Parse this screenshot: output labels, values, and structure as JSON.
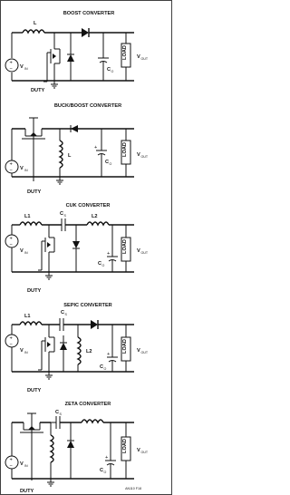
{
  "figure_id": "AN110 F18",
  "circuits": [
    {
      "title": "BOOST CONVERTER",
      "labels": {
        "inductor": "L",
        "source": "V",
        "source_sub": "IN",
        "switch": "DUTY",
        "cap": "C",
        "cap_sub": "O",
        "load": "LOAD",
        "out": "V",
        "out_sub": "OUT"
      }
    },
    {
      "title": "BUCK/BOOST CONVERTER",
      "labels": {
        "inductor": "L",
        "source": "V",
        "source_sub": "IN",
        "switch": "DUTY",
        "cap": "C",
        "cap_sub": "O",
        "load": "LOAD",
        "out": "V",
        "out_sub": "OUT"
      }
    },
    {
      "title": "CUK CONVERTER",
      "labels": {
        "inductor1": "L1",
        "inductor2": "L2",
        "coupling": "C",
        "coupling_sub": "S",
        "source": "V",
        "source_sub": "IN",
        "switch": "DUTY",
        "cap": "C",
        "cap_sub": "O",
        "load": "LOAD",
        "out": "V",
        "out_sub": "OUT"
      }
    },
    {
      "title": "SEPIC CONVERTER",
      "labels": {
        "inductor1": "L1",
        "inductor2": "L2",
        "coupling": "C",
        "coupling_sub": "S",
        "source": "V",
        "source_sub": "IN",
        "switch": "DUTY",
        "cap": "C",
        "cap_sub": "O",
        "load": "LOAD",
        "out": "V",
        "out_sub": "OUT"
      }
    },
    {
      "title": "ZETA CONVERTER",
      "labels": {
        "coupling": "C",
        "coupling_sub": "S",
        "source": "V",
        "source_sub": "IN",
        "switch": "DUTY",
        "cap": "C",
        "cap_sub": "O",
        "load": "LOAD",
        "out": "V",
        "out_sub": "OUT"
      }
    }
  ]
}
